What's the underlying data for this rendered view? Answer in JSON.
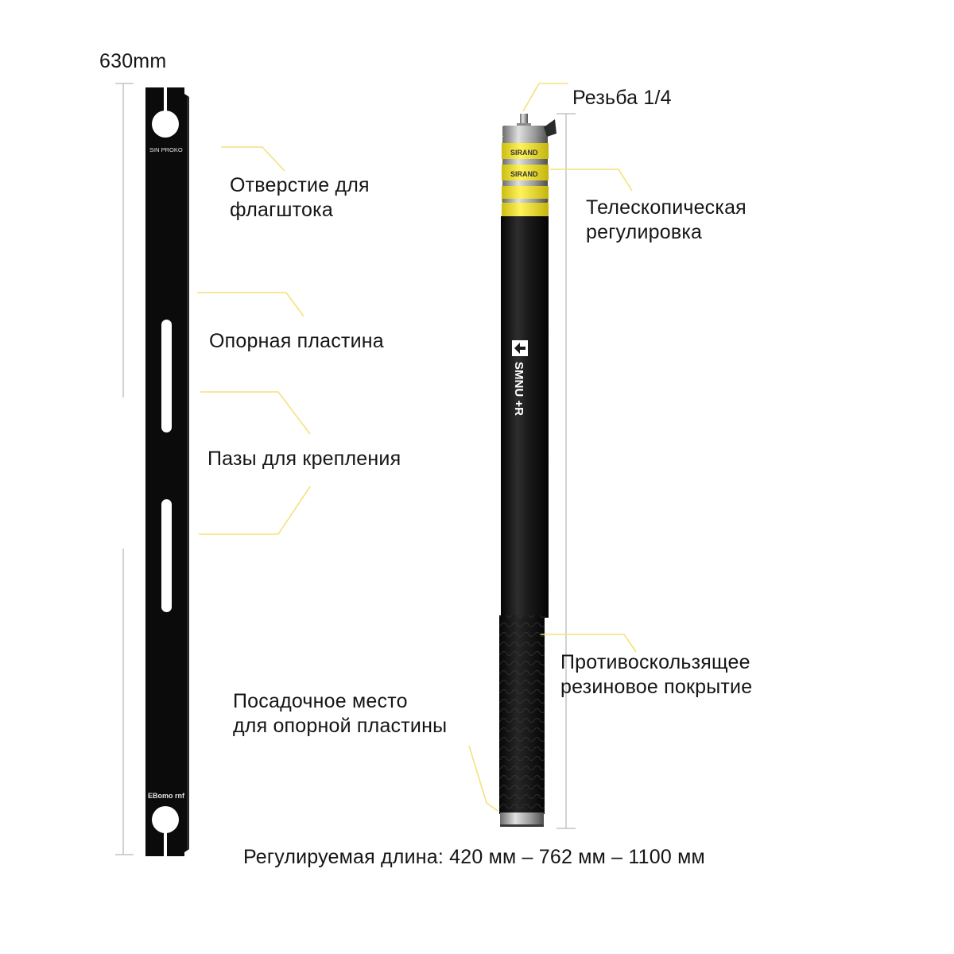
{
  "dimension_label": "630mm",
  "plate": {
    "brand_top": "SIN PROKO",
    "brand_bottom": "EBomo rnf"
  },
  "pole": {
    "ring_brand": "SIRAND",
    "logo_text": "SMNU +R"
  },
  "callouts": {
    "flagpole_hole": [
      "Отверстие для",
      "флагштока"
    ],
    "support_plate": "Опорная пластина",
    "mount_slots": "Пазы для крепления",
    "plate_seat": [
      "Посадочное место",
      "для опорной пластины"
    ],
    "thread": "Резьба 1/4",
    "telescopic": [
      "Телескопическая",
      "регулировка"
    ],
    "anti_slip": [
      "Противоскользящее",
      "резиновое покрытие"
    ]
  },
  "length_caption": "Регулируемая длина: 420 мм – 762 мм – 1100 мм",
  "colors": {
    "plate": "#0c0c0c",
    "pole": "#1a1a1a",
    "accent_yellow": "#f2e33a",
    "callout_line": "#f3e27a",
    "dimension_line": "#bbbbbb"
  }
}
